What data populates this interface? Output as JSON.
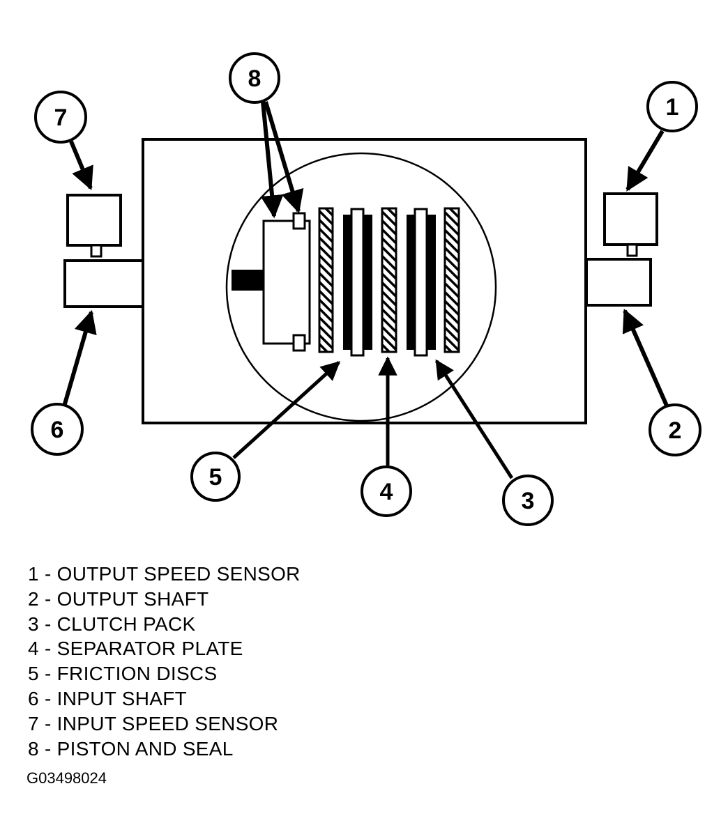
{
  "diagram": {
    "title": "Clutch pack and speed sensors schematic",
    "colors": {
      "ink": "#000000",
      "paper": "#ffffff"
    },
    "callouts": [
      {
        "number": "1",
        "target": "output-speed-sensor"
      },
      {
        "number": "2",
        "target": "output-shaft"
      },
      {
        "number": "3",
        "target": "clutch-pack"
      },
      {
        "number": "4",
        "target": "separator-plate"
      },
      {
        "number": "5",
        "target": "friction-discs"
      },
      {
        "number": "6",
        "target": "input-shaft"
      },
      {
        "number": "7",
        "target": "input-speed-sensor"
      },
      {
        "number": "8",
        "target": "piston-and-seal"
      }
    ]
  },
  "legend": {
    "items": [
      "1 - OUTPUT SPEED SENSOR",
      "2 - OUTPUT SHAFT",
      "3 - CLUTCH PACK",
      "4 - SEPARATOR PLATE",
      "5 - FRICTION DISCS",
      "6 - INPUT SHAFT",
      "7 - INPUT SPEED SENSOR",
      "8 - PISTON AND SEAL"
    ]
  },
  "figure_id": "G03498024"
}
